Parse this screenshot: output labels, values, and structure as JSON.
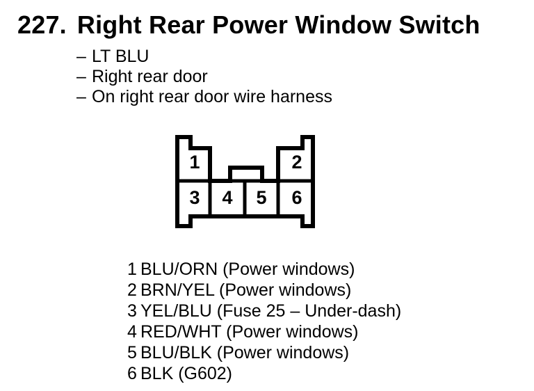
{
  "header": {
    "number": "227.",
    "title": "Right Rear Power Window Switch"
  },
  "intro": {
    "bullet_char": "–",
    "bullets": [
      "LT BLU",
      "Right rear door",
      "On right rear door wire harness"
    ]
  },
  "connector": {
    "type": "6-cavity connector pinout, face view",
    "cavities": [
      "1",
      "2",
      "3",
      "4",
      "5",
      "6"
    ],
    "outline_color": "#000000",
    "fill_color": "#ffffff"
  },
  "pins": [
    {
      "num": "1",
      "label": "BLU/ORN (Power windows)"
    },
    {
      "num": "2",
      "label": "BRN/YEL (Power windows)"
    },
    {
      "num": "3",
      "label": "YEL/BLU (Fuse 25 – Under-dash)"
    },
    {
      "num": "4",
      "label": "RED/WHT (Power windows)"
    },
    {
      "num": "5",
      "label": "BLU/BLK (Power windows)"
    },
    {
      "num": "6",
      "label": "BLK (G602)"
    }
  ]
}
